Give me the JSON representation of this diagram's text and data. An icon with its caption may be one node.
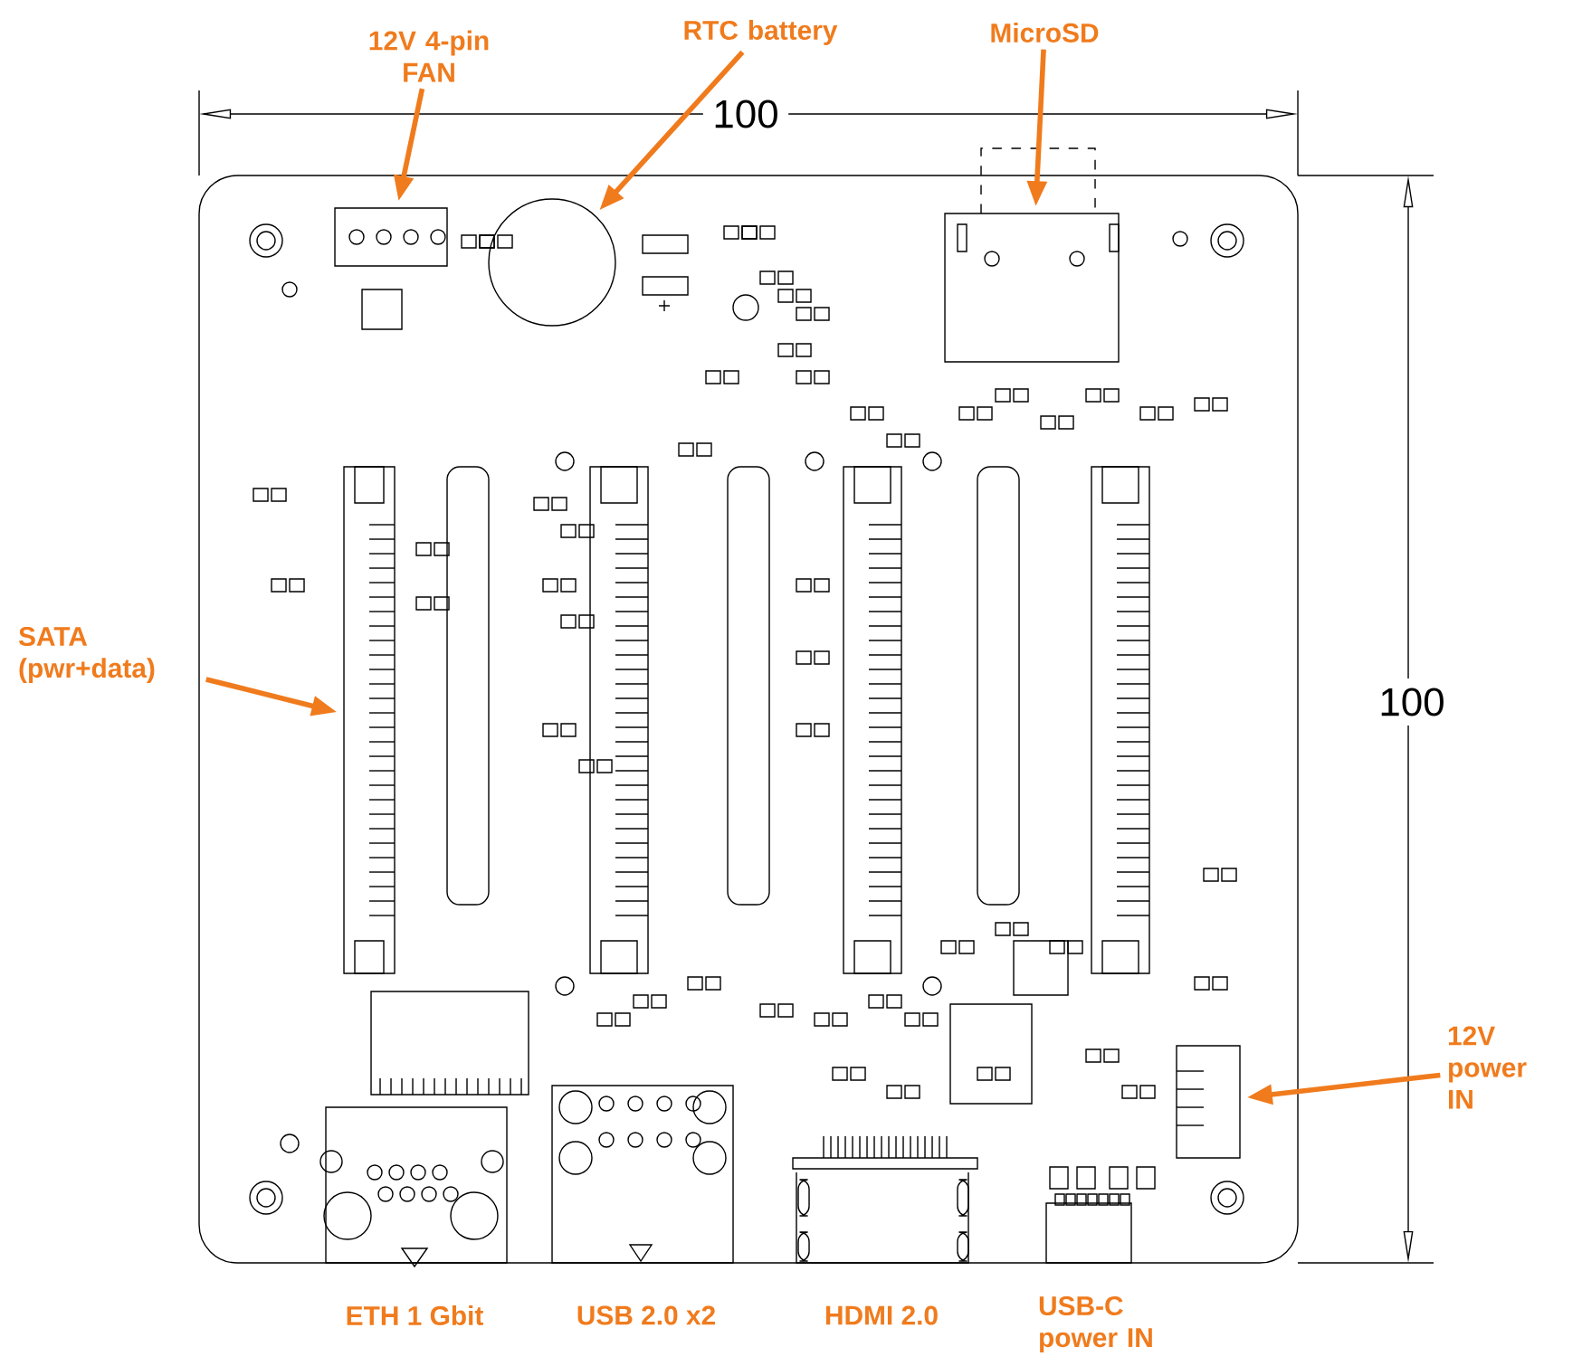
{
  "diagram": {
    "nodes": [
      {
        "text": [
          "12V 4-pin FAN"
        ]
      },
      {
        "text": [],
        "shape": "box"
      },
      {
        "text": [
          "RTC battery"
        ]
      },
      {
        "text": [],
        "shape": "circle"
      },
      {
        "text": [
          "MicroSD"
        ]
      },
      {
        "text": [],
        "shape": "box"
      },
      {
        "text": [
          "SATA (pwr+data)"
        ]
      },
      {
        "text": [],
        "shape": "box"
      },
      {
        "text": [
          "12V power IN"
        ]
      },
      {
        "text": [],
        "shape": "box"
      }
    ],
    "edges": [
      {
        "from": 0,
        "to": 1,
        "arrow": "to"
      },
      {
        "from": 2,
        "to": 3,
        "arrow": "to"
      },
      {
        "from": 4,
        "to": 5,
        "arrow": "to"
      },
      {
        "from": 6,
        "to": 7,
        "arrow": "to"
      },
      {
        "from": 8,
        "to": 9,
        "arrow": "to"
      }
    ],
    "labels": [
      "100",
      "100",
      "ETH 1 Gbit",
      "USB 2.0 x2",
      "HDMI 2.0",
      "USB-C power IN"
    ]
  }
}
